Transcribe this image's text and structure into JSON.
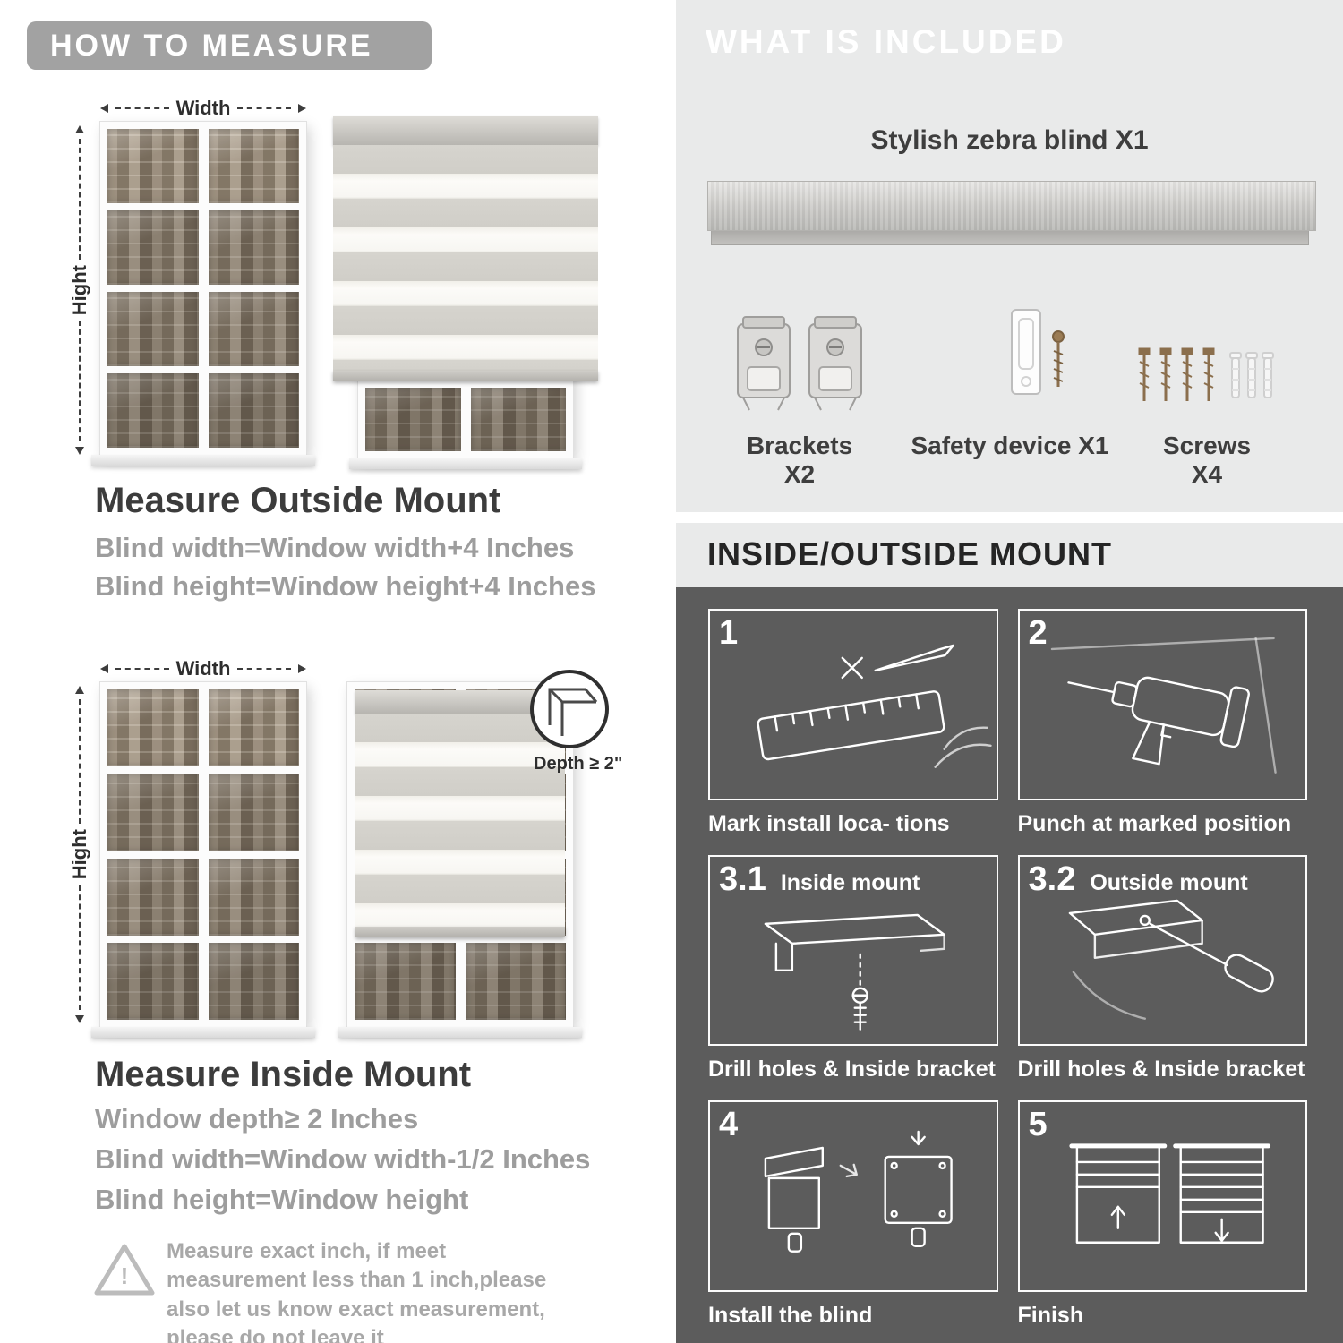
{
  "colors": {
    "banner_gray": "#a2a2a2",
    "included_bg": "#e9eaea",
    "dark_section_bg": "#5c5c5c",
    "muted_text": "#9d9d9d"
  },
  "measure": {
    "banner": "HOW TO MEASURE",
    "outside": {
      "width_label": "Width",
      "height_label": "Hight",
      "heading": "Measure Outside Mount",
      "rule1": "Blind width=Window width+4 Inches",
      "rule2": "Blind height=Window height+4 Inches"
    },
    "inside": {
      "width_label": "Width",
      "height_label": "Hight",
      "depth_callout": "Depth ≥ 2\"",
      "heading": "Measure Inside Mount",
      "rule1": "Window depth≥ 2 Inches",
      "rule2": "Blind width=Window width-1/2 Inches",
      "rule3": "Blind height=Window height"
    },
    "note": {
      "icon": "!",
      "text": "Measure exact inch, if meet measurement less than 1 inch,please also let us know exact measurement, please do not leave it"
    }
  },
  "included": {
    "banner": "WHAT IS INCLUDED",
    "product": "Stylish zebra blind X1",
    "items": [
      {
        "label": "Brackets X2"
      },
      {
        "label": "Safety device X1"
      },
      {
        "label": "Screws X4"
      }
    ]
  },
  "mount": {
    "heading": "INSIDE/OUTSIDE MOUNT",
    "steps": [
      {
        "num": "1",
        "tag": "",
        "caption": "Mark install loca- tions"
      },
      {
        "num": "2",
        "tag": "",
        "caption": "Punch at  marked position"
      },
      {
        "num": "3.1",
        "tag": "Inside mount",
        "caption": "Drill holes &  Inside bracket"
      },
      {
        "num": "3.2",
        "tag": "Outside mount",
        "caption": "Drill holes &  Inside bracket"
      },
      {
        "num": "4",
        "tag": "",
        "caption": "Install the blind"
      },
      {
        "num": "5",
        "tag": "",
        "caption": "Finish"
      }
    ]
  }
}
